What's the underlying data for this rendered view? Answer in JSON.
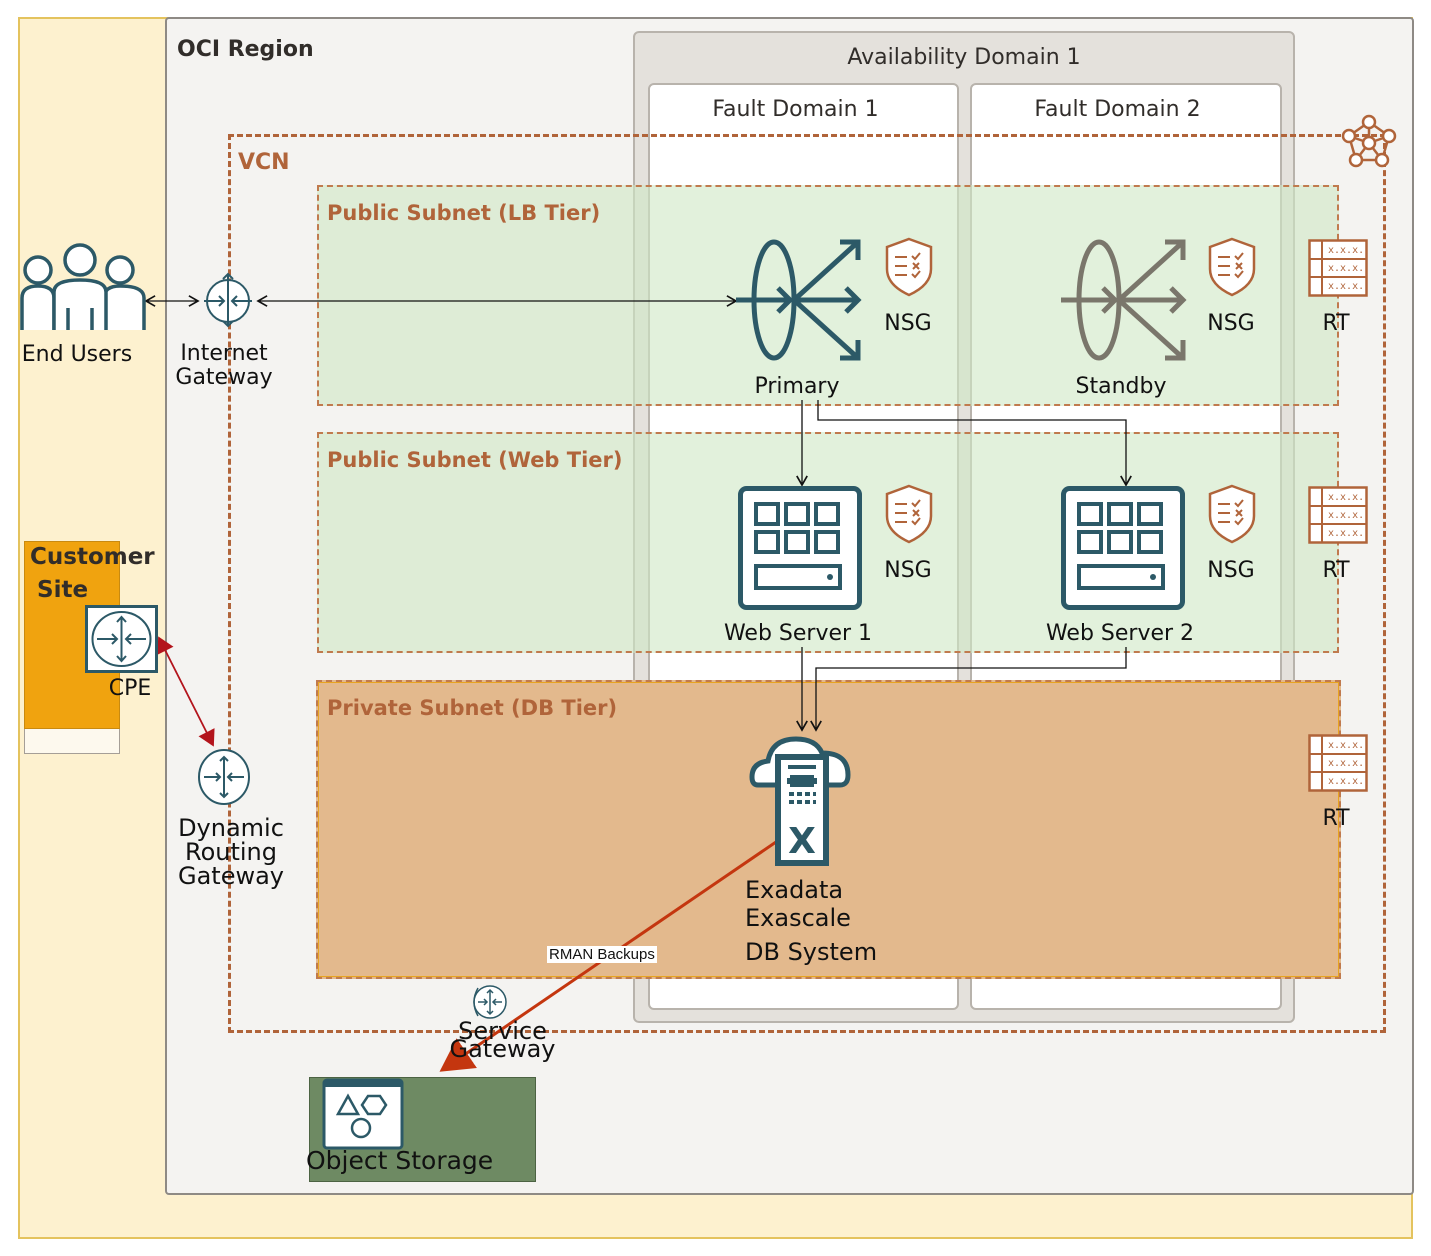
{
  "diagram": {
    "region_label": "OCI Region",
    "availability_domain_label": "Availability Domain 1",
    "fault_domains": [
      {
        "label": "Fault Domain 1"
      },
      {
        "label": "Fault Domain 2"
      }
    ],
    "vcn_label": "VCN",
    "subnets": [
      {
        "label": "Public Subnet (LB Tier)"
      },
      {
        "label": "Public Subnet (Web Tier)"
      },
      {
        "label": "Private Subnet (DB Tier)"
      }
    ],
    "external": {
      "end_users_label": "End Users",
      "customer_site_label_line1": "Customer",
      "customer_site_label_line2": "Site",
      "cpe_label": "CPE"
    },
    "gateways": {
      "internet_gateway_line1": "Internet",
      "internet_gateway_line2": "Gateway",
      "drg_line1": "Dynamic",
      "drg_line2": "Routing",
      "drg_line3": "Gateway",
      "service_gateway_line1": "Service",
      "service_gateway_line2": "Gateway"
    },
    "load_balancers": [
      {
        "label": "Primary"
      },
      {
        "label": "Standby"
      }
    ],
    "web_servers": [
      {
        "label": "Web Server 1"
      },
      {
        "label": "Web Server 2"
      }
    ],
    "nsg_label": "NSG",
    "rt_label": "RT",
    "rt_entry": "x.x.x.",
    "database": {
      "line1": "Exadata",
      "line2": "Exascale",
      "line3": "DB System"
    },
    "object_storage_label": "Object Storage",
    "backup_flow_label": "RMAN Backups",
    "colors": {
      "icon_teal": "#2c5967",
      "accent_orange": "#b0643a",
      "backup_arrow": "#c4360f",
      "drg_link": "#b3141c",
      "standby_gray": "#7a766b"
    }
  }
}
